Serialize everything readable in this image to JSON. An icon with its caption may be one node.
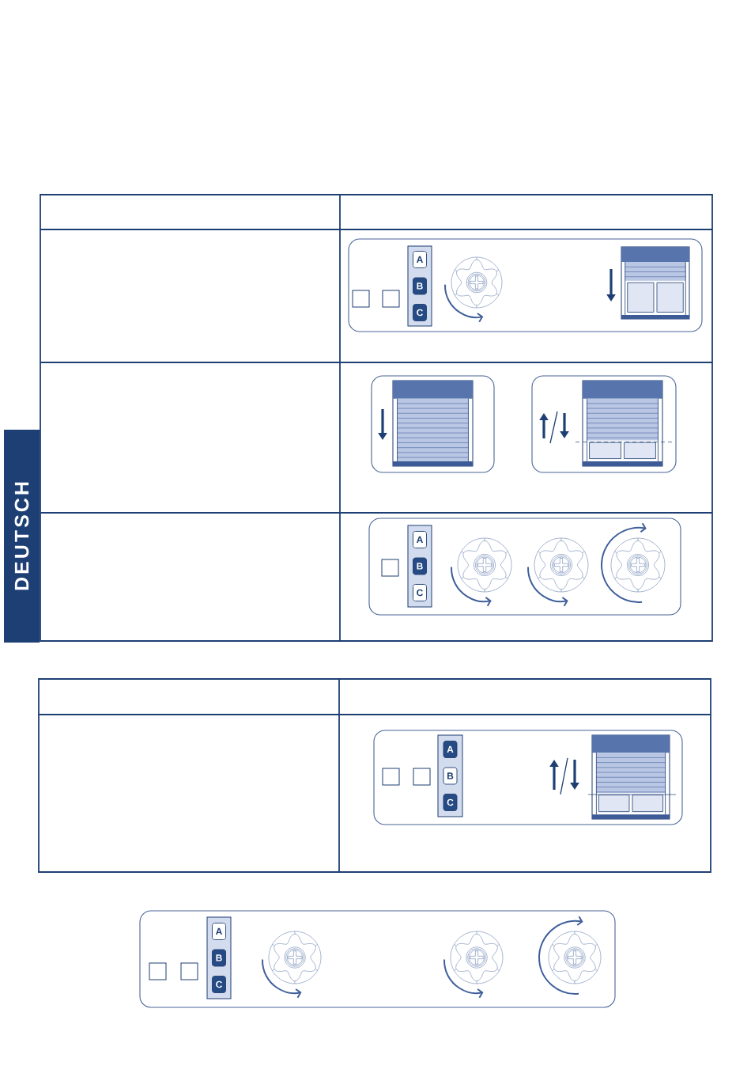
{
  "diagram": {
    "nodes": [
      {
        "text": [
          "DEUTSCH"
        ]
      },
      {
        "text": [],
        "shape": "box"
      },
      {
        "text": [
          "A"
        ],
        "in": 1
      },
      {
        "text": [
          "B"
        ],
        "in": 1
      },
      {
        "text": [
          "C"
        ],
        "in": 1
      },
      {
        "text": [],
        "shape": "box"
      },
      {
        "text": [
          "A"
        ],
        "in": 5
      },
      {
        "text": [
          "B"
        ],
        "in": 5
      },
      {
        "text": [
          "C"
        ],
        "in": 5
      },
      {
        "text": [],
        "shape": "box"
      },
      {
        "text": [
          "A"
        ],
        "in": 9
      },
      {
        "text": [
          "B"
        ],
        "in": 9
      },
      {
        "text": [
          "C"
        ],
        "in": 9
      },
      {
        "text": [],
        "shape": "box"
      },
      {
        "text": [
          "A"
        ],
        "in": 13
      },
      {
        "text": [
          "B"
        ],
        "in": 13
      },
      {
        "text": [
          "C"
        ],
        "in": 13
      }
    ]
  }
}
